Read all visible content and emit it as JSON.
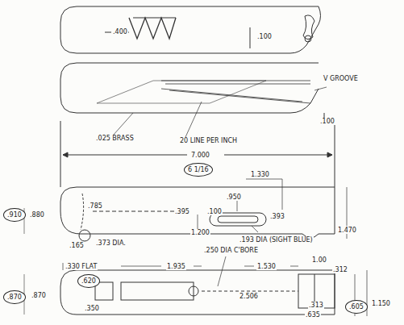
{
  "diagram": {
    "nodes": [
      {
        "text": [
          "6 1/16"
        ]
      },
      {
        "text": [
          ".910"
        ]
      },
      {
        "text": [
          ".620"
        ]
      },
      {
        "text": [
          ".870"
        ]
      },
      {
        "text": [
          ".605"
        ]
      }
    ],
    "labels": [
      ".400",
      ".100",
      "V GROOVE",
      ".025 BRASS",
      "20 LINE PER INCH",
      ".100",
      "7.000",
      "1.330",
      ".950",
      ".880",
      ".785",
      ".395",
      ".100",
      ".393",
      "1.470",
      ".165",
      ".373 DIA.",
      "1.200",
      ".193 DIA (SIGHT BLUE)",
      ".250 DIA C'BORE",
      ".330 FLAT",
      "1.935",
      "1.530",
      "1.00",
      ".312",
      ".870",
      ".350",
      "2.506",
      ".313",
      ".635",
      "1.150"
    ]
  }
}
